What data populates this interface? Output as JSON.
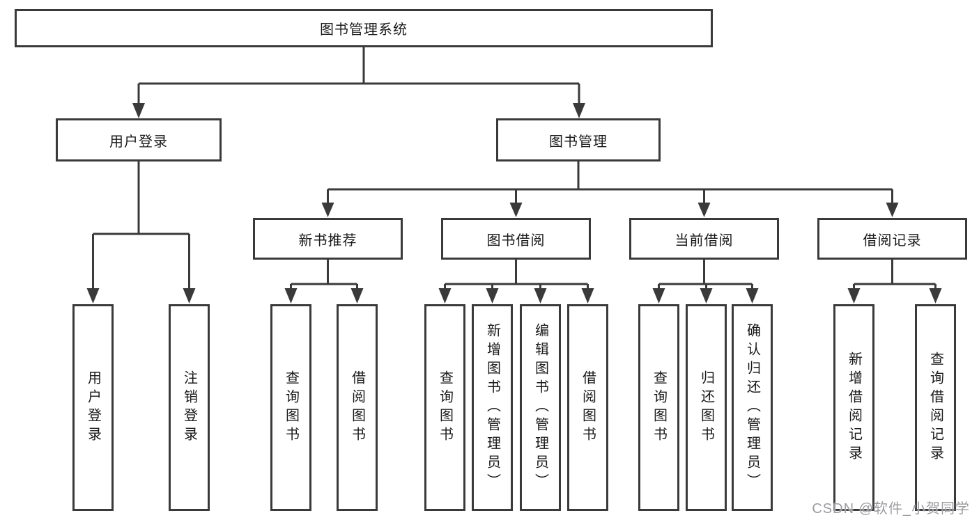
{
  "diagram_title": "图书管理系统",
  "tree": {
    "label": "图书管理系统",
    "children": [
      {
        "label": "用户登录",
        "children": [
          {
            "label": "用户登录"
          },
          {
            "label": "注销登录"
          }
        ]
      },
      {
        "label": "图书管理",
        "children": [
          {
            "label": "新书推荐",
            "children": [
              {
                "label": "查询图书"
              },
              {
                "label": "借阅图书"
              }
            ]
          },
          {
            "label": "图书借阅",
            "children": [
              {
                "label": "查询图书"
              },
              {
                "label": "新增图书（管理员）"
              },
              {
                "label": "编辑图书（管理员）"
              },
              {
                "label": "借阅图书"
              }
            ]
          },
          {
            "label": "当前借阅",
            "children": [
              {
                "label": "查询图书"
              },
              {
                "label": "归还图书"
              },
              {
                "label": "确认归还（管理员）"
              }
            ]
          },
          {
            "label": "借阅记录",
            "children": [
              {
                "label": "新增借阅记录"
              },
              {
                "label": "查询借阅记录"
              }
            ]
          }
        ]
      }
    ]
  },
  "watermark": {
    "text": "CSDN @软件_小贺同学"
  },
  "colors": {
    "line": "#3a3a3a",
    "box_border": "#3a3a3a",
    "text": "#1a1a1a",
    "background": "#ffffff",
    "watermark": "#9c9ca0"
  }
}
